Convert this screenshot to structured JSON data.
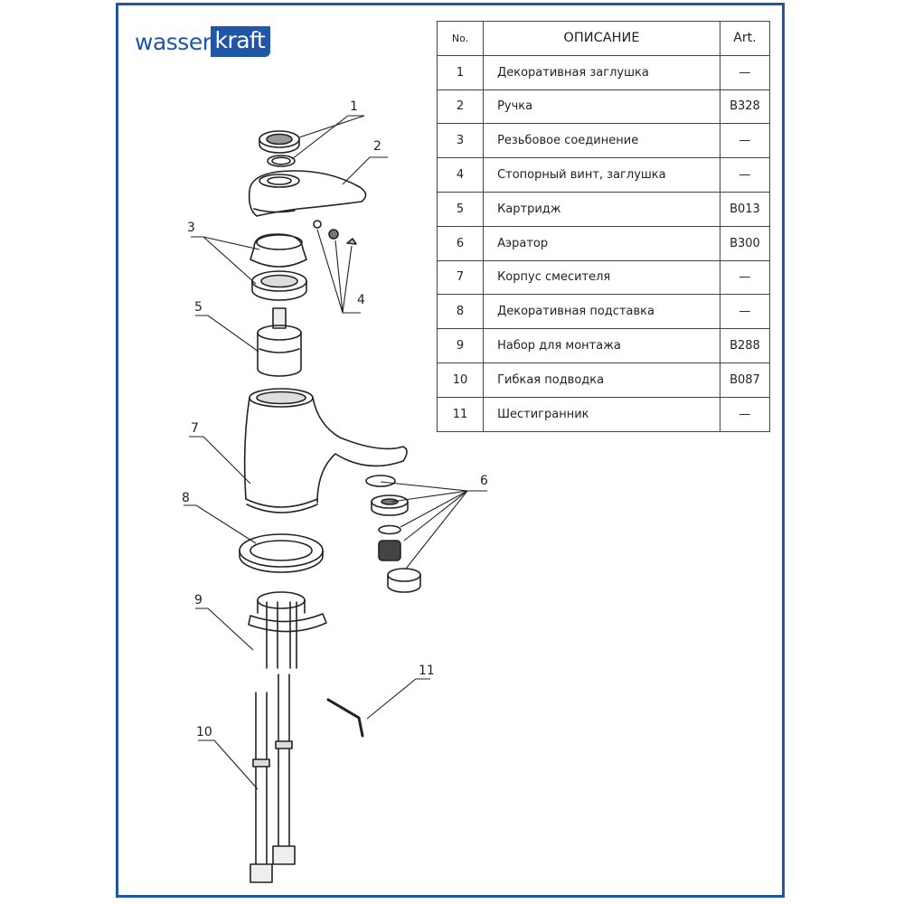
{
  "brand": {
    "logo_left": "wasser",
    "logo_right": "kraft",
    "accent_color": "#1f56a6"
  },
  "table": {
    "headers": {
      "no": "No.",
      "description": "ОПИСАНИЕ",
      "art": "Art."
    },
    "rows": [
      {
        "no": "1",
        "description": "Декоративная заглушка",
        "art": "—"
      },
      {
        "no": "2",
        "description": "Ручка",
        "art": "B328"
      },
      {
        "no": "3",
        "description": "Резьбовое соединение",
        "art": "—"
      },
      {
        "no": "4",
        "description": "Стопорный винт, заглушка",
        "art": "—"
      },
      {
        "no": "5",
        "description": "Картридж",
        "art": "B013"
      },
      {
        "no": "6",
        "description": "Аэратор",
        "art": "B300"
      },
      {
        "no": "7",
        "description": "Корпус смесителя",
        "art": "—"
      },
      {
        "no": "8",
        "description": "Декоративная подставка",
        "art": "—"
      },
      {
        "no": "9",
        "description": "Набор для монтажа",
        "art": "B288"
      },
      {
        "no": "10",
        "description": "Гибкая подводка",
        "art": "B087"
      },
      {
        "no": "11",
        "description": "Шестигранник",
        "art": "—"
      }
    ]
  },
  "callouts": [
    "1",
    "2",
    "3",
    "4",
    "5",
    "6",
    "7",
    "8",
    "9",
    "10",
    "11"
  ]
}
